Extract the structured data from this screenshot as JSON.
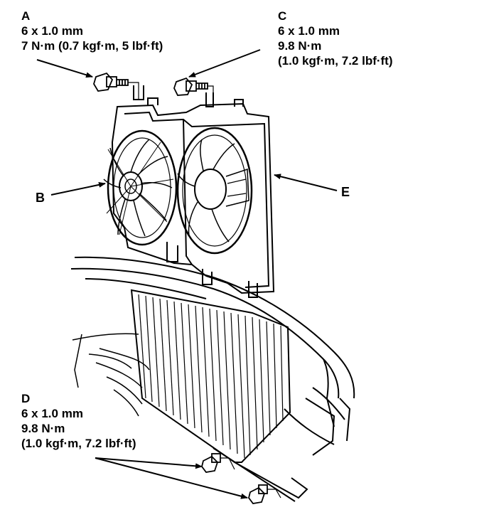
{
  "callouts": {
    "a": {
      "letter": "A",
      "size": "6 x 1.0 mm",
      "torque": "7 N·m (0.7 kgf·m, 5 lbf·ft)"
    },
    "c": {
      "letter": "C",
      "size": "6 x 1.0 mm",
      "torque": "9.8 N·m",
      "torque_alt": "(1.0 kgf·m, 7.2 lbf·ft)"
    },
    "d": {
      "letter": "D",
      "size": "6 x 1.0 mm",
      "torque": "9.8 N·m",
      "torque_alt": "(1.0 kgf·m, 7.2 lbf·ft)"
    }
  },
  "labels": {
    "b": "B",
    "e": "E"
  },
  "colors": {
    "ink": "#000000",
    "paper": "#ffffff"
  }
}
